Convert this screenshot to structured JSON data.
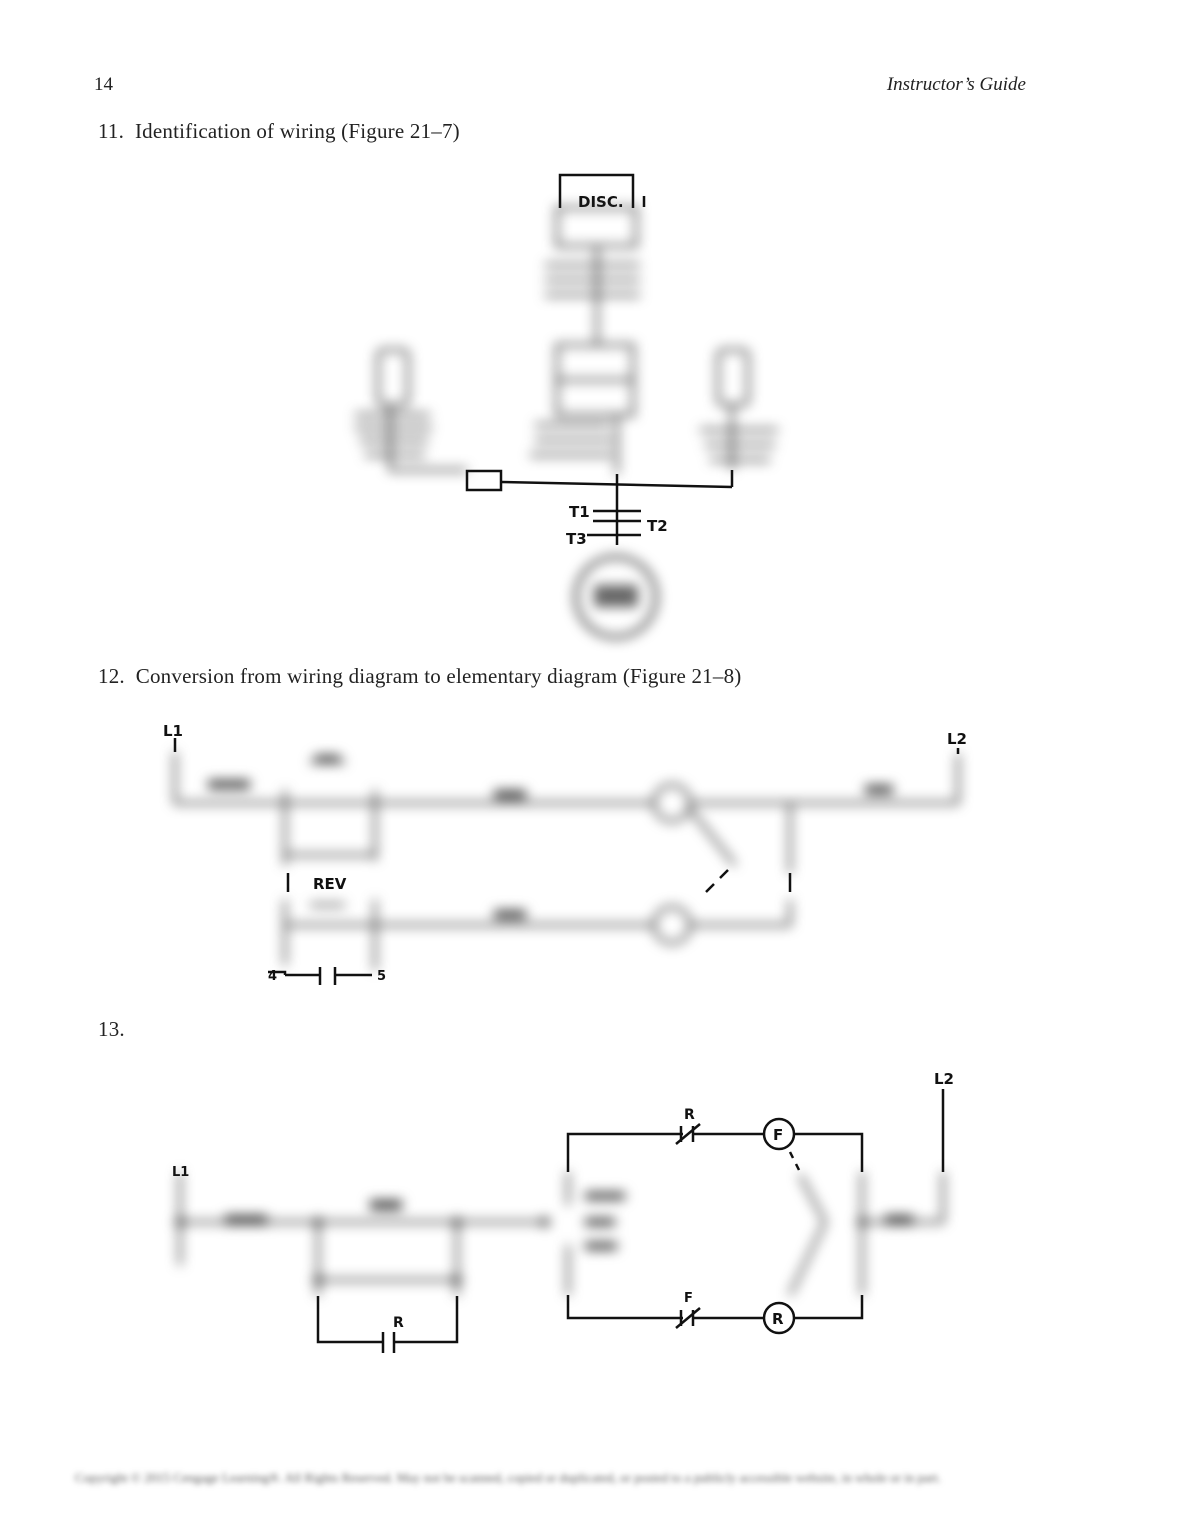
{
  "header": {
    "page_number": "14",
    "running_head": "Instructor’s Guide"
  },
  "sections": [
    {
      "number": "11.",
      "title": "Identification of wiring (Figure 21–7)"
    },
    {
      "number": "12.",
      "title": "Conversion from wiring diagram to elementary diagram (Figure 21–8)"
    },
    {
      "number": "13.",
      "title": ""
    }
  ],
  "figure_21_7": {
    "labels": {
      "disconnect": "DISC.",
      "t1": "T1",
      "t2": "T2",
      "t3": "T3"
    }
  },
  "figure_21_8": {
    "labels": {
      "l1": "L1",
      "l2": "L2",
      "rev": "REV",
      "n4": "4",
      "n5": "5"
    }
  },
  "figure_13": {
    "labels": {
      "l1": "L1",
      "l2": "L2",
      "r_top": "R",
      "f_coil": "F",
      "r_coil": "R",
      "r_seal": "R",
      "f_bottom": "F"
    }
  },
  "footer": {
    "copyright": "Copyright © 2015 Cengage Learning®. All Rights Reserved. May not be scanned, copied or duplicated, or posted to a publicly accessible website, in whole or in part."
  }
}
